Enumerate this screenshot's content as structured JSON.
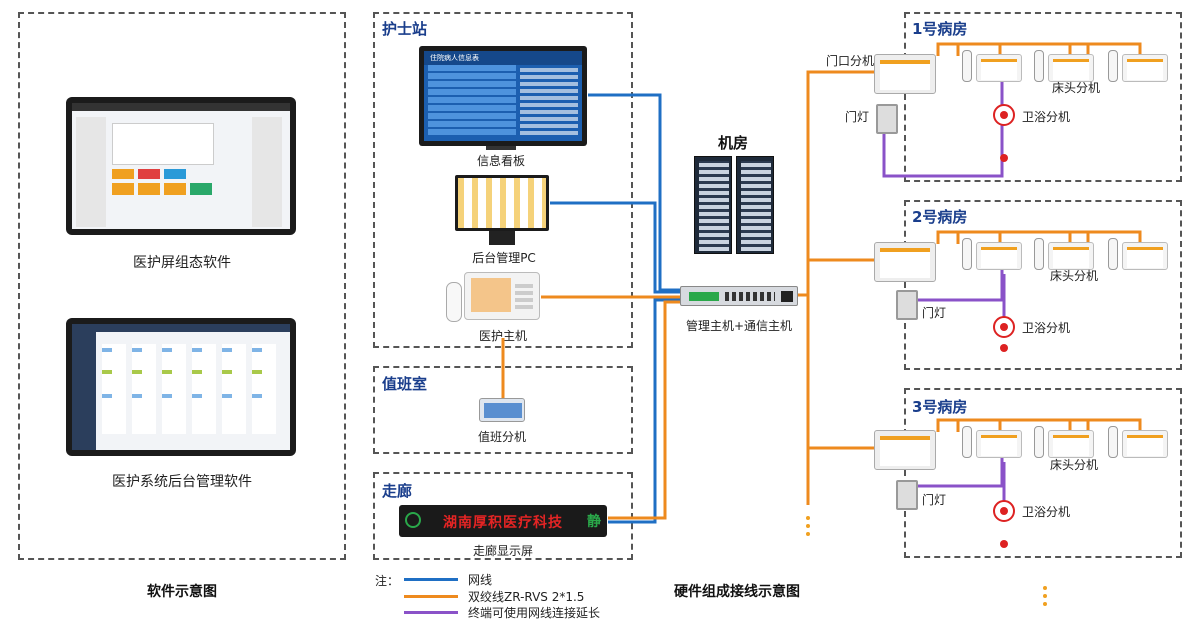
{
  "software": {
    "config_label": "医护屏组态软件",
    "admin_label": "医护系统后台管理软件",
    "caption": "软件示意图"
  },
  "nurse_station": {
    "title": "护士站",
    "board_label": "信息看板",
    "board_header": "住院病人信息表",
    "pc_label": "后台管理PC",
    "host_label": "医护主机"
  },
  "duty_room": {
    "title": "值班室",
    "unit_label": "值班分机"
  },
  "corridor": {
    "title": "走廊",
    "led_text": "湖南厚积医疗科技",
    "led_icon": "静",
    "screen_label": "走廊显示屏"
  },
  "machine_room": {
    "title": "机房",
    "host_label": "管理主机+通信主机"
  },
  "wards": [
    {
      "title": "1号病房",
      "door_unit": "门口分机",
      "door_light": "门灯",
      "bed_unit": "床头分机",
      "bath_unit": "卫浴分机"
    },
    {
      "title": "2号病房",
      "door_light": "门灯",
      "bed_unit": "床头分机",
      "bath_unit": "卫浴分机"
    },
    {
      "title": "3号病房",
      "door_light": "门灯",
      "bed_unit": "床头分机",
      "bath_unit": "卫浴分机"
    }
  ],
  "legend": {
    "note": "注：",
    "items": [
      {
        "label": "网线",
        "color": "#1f6fc4"
      },
      {
        "label": "双绞线ZR-RVS 2*1.5",
        "color": "#ee8a1e"
      },
      {
        "label": "终端可使用网线连接延长",
        "color": "#8a52c8"
      }
    ]
  },
  "hardware_caption": "硬件组成接线示意图",
  "colors": {
    "network": "#1f6fc4",
    "twisted": "#ee8a1e",
    "extend": "#8a52c8",
    "heading": "#1a3e8c"
  }
}
